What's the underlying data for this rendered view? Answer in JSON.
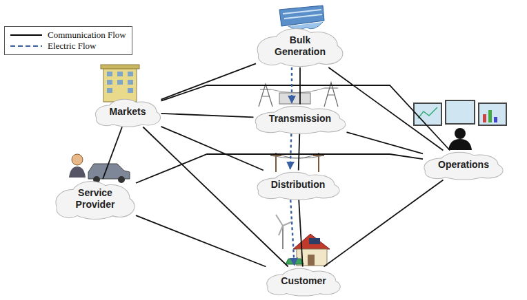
{
  "diagram": {
    "nodes": [
      {
        "text": [
          "Bulk Generation"
        ]
      },
      {
        "text": [
          "Markets"
        ]
      },
      {
        "text": [
          "Transmission"
        ]
      },
      {
        "text": [
          "Operations"
        ]
      },
      {
        "text": [
          "Service Provider"
        ]
      },
      {
        "text": [
          "Distribution"
        ]
      },
      {
        "text": [
          "Customer"
        ]
      }
    ],
    "edges": [
      {
        "from": 0,
        "to": 1,
        "arrow": "none"
      },
      {
        "from": 0,
        "to": 2,
        "arrow": "none"
      },
      {
        "from": 0,
        "to": 3,
        "arrow": "none"
      },
      {
        "from": 1,
        "to": 2,
        "arrow": "none"
      },
      {
        "from": 1,
        "to": 3,
        "arrow": "none"
      },
      {
        "from": 1,
        "to": 4,
        "arrow": "none"
      },
      {
        "from": 1,
        "to": 5,
        "arrow": "none"
      },
      {
        "from": 1,
        "to": 6,
        "arrow": "none"
      },
      {
        "from": 2,
        "to": 3,
        "arrow": "none"
      },
      {
        "from": 2,
        "to": 5,
        "arrow": "none"
      },
      {
        "from": 5,
        "to": 6,
        "arrow": "none"
      },
      {
        "from": 4,
        "to": 3,
        "arrow": "none"
      },
      {
        "from": 4,
        "to": 6,
        "arrow": "none"
      },
      {
        "from": 6,
        "to": 3,
        "arrow": "none"
      },
      {
        "from": 0,
        "to": 2,
        "arrow": "to"
      },
      {
        "from": 2,
        "to": 5,
        "arrow": "to"
      },
      {
        "from": 5,
        "to": 6,
        "arrow": "to"
      }
    ],
    "legend": [
      {
        "text": "Communication Flow"
      },
      {
        "text": "Electric Flow"
      }
    ]
  }
}
